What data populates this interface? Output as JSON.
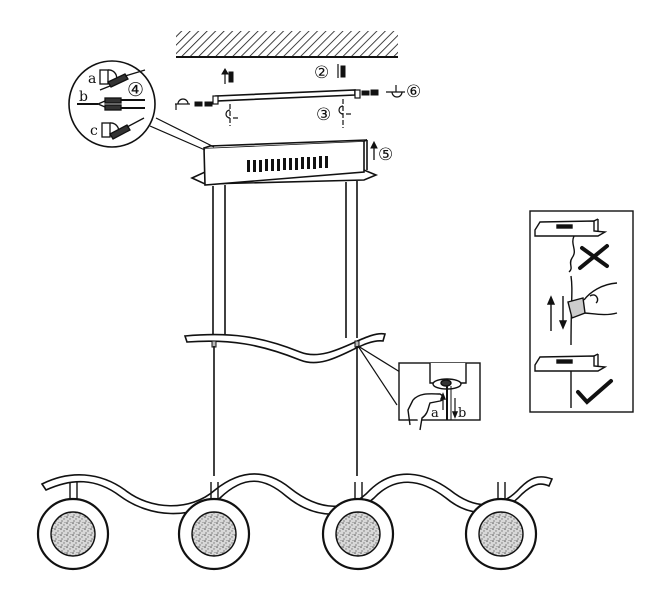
{
  "diagram": {
    "title": "Pendant lamp installation",
    "colors": {
      "line": "#111111",
      "hatch": "#111111",
      "background": "#ffffff",
      "glass": "#bbbbbb"
    },
    "step_labels": {
      "step2": "②",
      "step3": "③",
      "step4": "④",
      "step5": "⑤",
      "step6": "⑥"
    },
    "wiring_detail": {
      "label_a": "a",
      "label_b": "b",
      "label_c": "c"
    },
    "height_adjust_detail": {
      "label_a": "a",
      "label_b": "b"
    },
    "cable_tip_panel": {
      "wrong_icon": "cross-icon",
      "correct_icon": "check-icon"
    },
    "lamp": {
      "globe_count": 4
    }
  }
}
